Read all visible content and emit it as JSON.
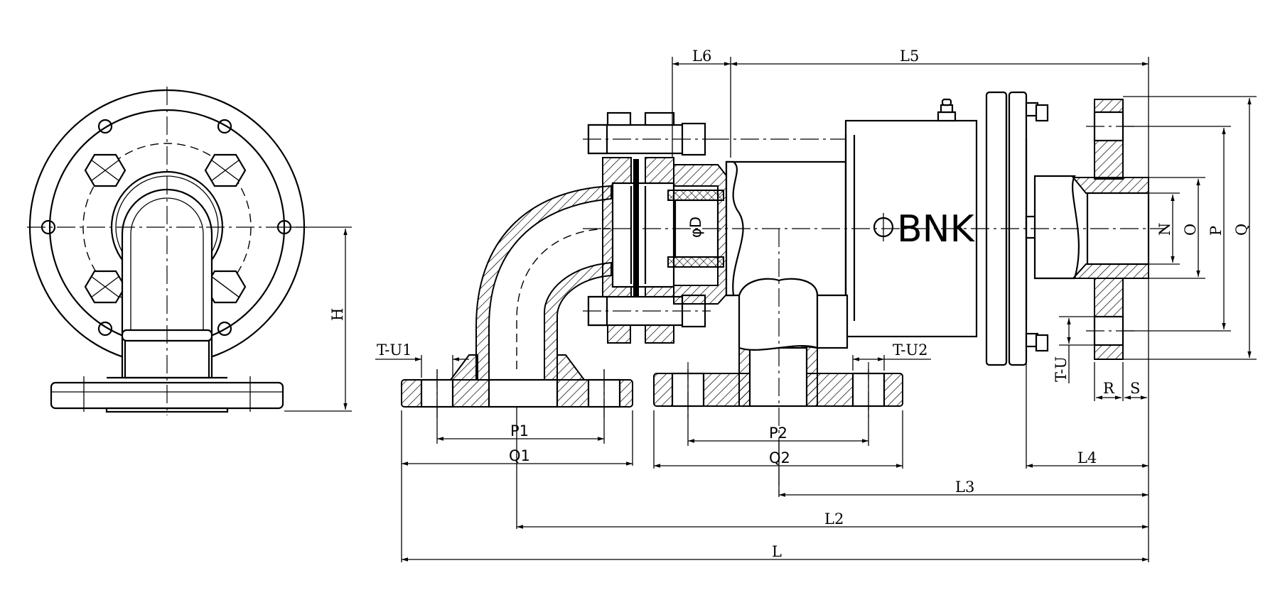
{
  "brand": "BNK",
  "dimensions": {
    "L": "L",
    "L2": "L2",
    "L3": "L3",
    "L4": "L4",
    "L5": "L5",
    "L6": "L6",
    "Q": "Q",
    "Q1": "Q1",
    "Q2": "Q2",
    "P": "P",
    "P1": "P1",
    "P2": "P2",
    "O": "O",
    "N": "N",
    "H": "H",
    "R": "R",
    "S": "S",
    "TU": "T-U",
    "TU1": "T-U1",
    "TU2": "T-U2",
    "phiD": "φD"
  },
  "icons": {
    "bolt": "hex-bolt-icon",
    "grease": "grease-nipple-icon"
  }
}
